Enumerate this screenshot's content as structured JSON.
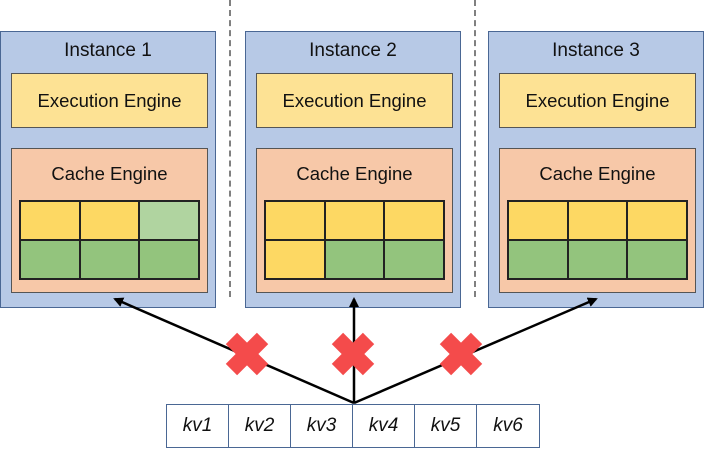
{
  "instances": [
    {
      "title": "Instance 1",
      "execution_engine": "Execution Engine",
      "cache_engine": "Cache Engine",
      "cache_grid": [
        [
          "yellow",
          "yellow",
          "lightgreen"
        ],
        [
          "green",
          "green",
          "green"
        ]
      ]
    },
    {
      "title": "Instance 2",
      "execution_engine": "Execution Engine",
      "cache_engine": "Cache Engine",
      "cache_grid": [
        [
          "yellow",
          "yellow",
          "yellow"
        ],
        [
          "yellow",
          "green",
          "green"
        ]
      ]
    },
    {
      "title": "Instance 3",
      "execution_engine": "Execution Engine",
      "cache_engine": "Cache Engine",
      "cache_grid": [
        [
          "yellow",
          "yellow",
          "yellow"
        ],
        [
          "green",
          "green",
          "green"
        ]
      ]
    }
  ],
  "kv_entries": [
    "kv1",
    "kv2",
    "kv3",
    "kv4",
    "kv5",
    "kv6"
  ],
  "colors": {
    "instance_fill": "#b7c9e6",
    "execution_fill": "#fde294",
    "cache_fill": "#f7c8a8",
    "cell_yellow": "#fdd863",
    "cell_green": "#93c47d",
    "cell_lightgreen": "#b0d4a0",
    "cross_mark": "#f44b4b"
  },
  "icons": {
    "blocked": "cross-icon"
  }
}
